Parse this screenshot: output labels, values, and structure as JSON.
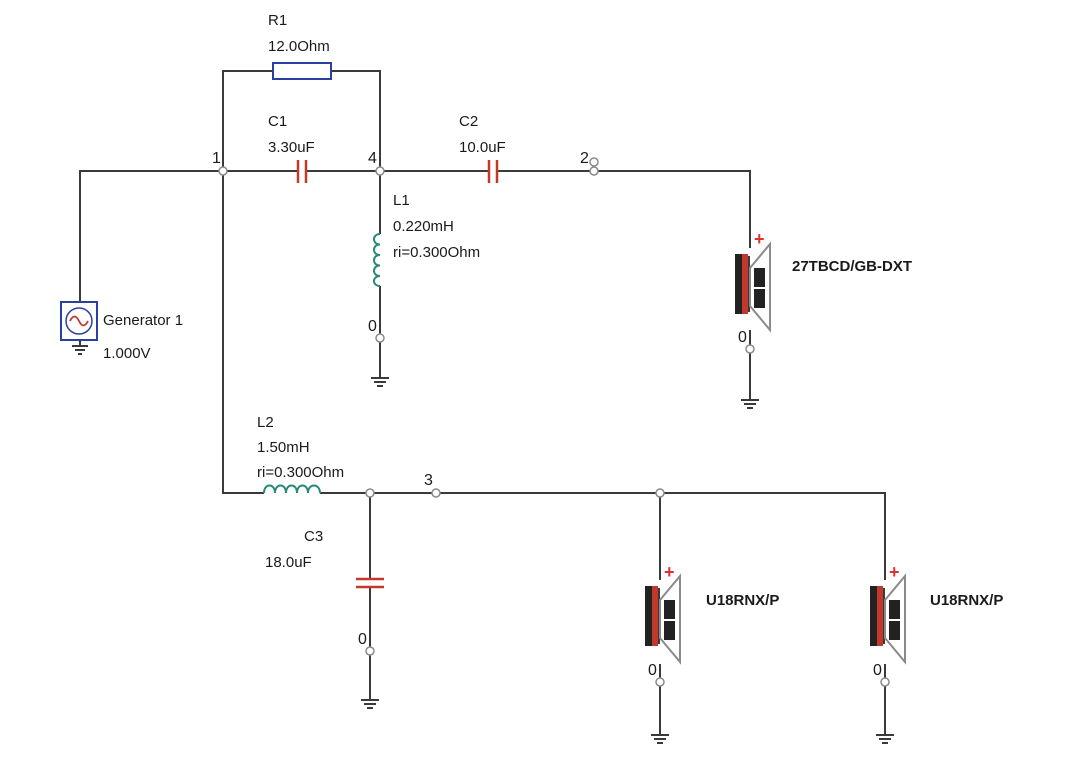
{
  "colors": {
    "wire": "#3a3a3a",
    "resistor": "#2b3f9e",
    "capacitor": "#c0392b",
    "inductor": "#2a8a7a",
    "generator_frame": "#2b3f9e",
    "generator_wave": "#c0392b",
    "speaker_cone": "#8a8a8a",
    "speaker_magnet": "#c0392b",
    "speaker_plus": "#e03030"
  },
  "nodes": {
    "n1": "1",
    "n2": "2",
    "n3": "3",
    "n4": "4",
    "gnd_l1": "0",
    "gnd_c3": "0",
    "gnd_tw": "0",
    "gnd_w1": "0",
    "gnd_w2": "0"
  },
  "components": {
    "r1": {
      "name": "R1",
      "value": "12.0Ohm"
    },
    "c1": {
      "name": "C1",
      "value": "3.30uF"
    },
    "c2": {
      "name": "C2",
      "value": "10.0uF"
    },
    "l1": {
      "name": "L1",
      "value": "0.220mH",
      "ri": "ri=0.300Ohm"
    },
    "l2": {
      "name": "L2",
      "value": "1.50mH",
      "ri": "ri=0.300Ohm"
    },
    "c3": {
      "name": "C3",
      "value": "18.0uF"
    },
    "generator": {
      "name": "Generator 1",
      "value": "1.000V"
    }
  },
  "speakers": {
    "tweeter": {
      "model": "27TBCD/GB-DXT",
      "plus": "+"
    },
    "woofer1": {
      "model": "U18RNX/P",
      "plus": "+"
    },
    "woofer2": {
      "model": "U18RNX/P",
      "plus": "+"
    }
  }
}
